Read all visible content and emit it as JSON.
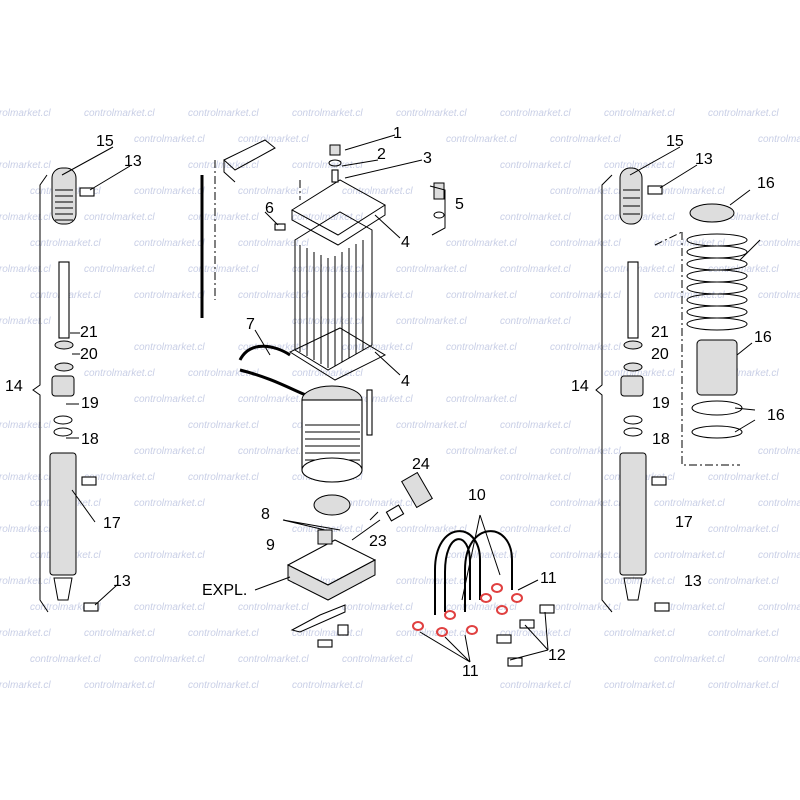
{
  "watermark": "controlmarket.cl",
  "labels": {
    "center": [
      "1",
      "2",
      "3",
      "4",
      "5",
      "6",
      "7",
      "4",
      "8",
      "9",
      "EXPL.",
      "10",
      "11",
      "11",
      "12",
      "23",
      "24"
    ],
    "left": [
      "15",
      "13",
      "21",
      "20",
      "14",
      "19",
      "18",
      "17",
      "13"
    ],
    "right": [
      "15",
      "13",
      "16",
      "21",
      "16",
      "20",
      "14",
      "19",
      "18",
      "16",
      "17",
      "13"
    ]
  },
  "colors": {
    "watermark": "#c9cfe6",
    "oring": "#e04040"
  }
}
